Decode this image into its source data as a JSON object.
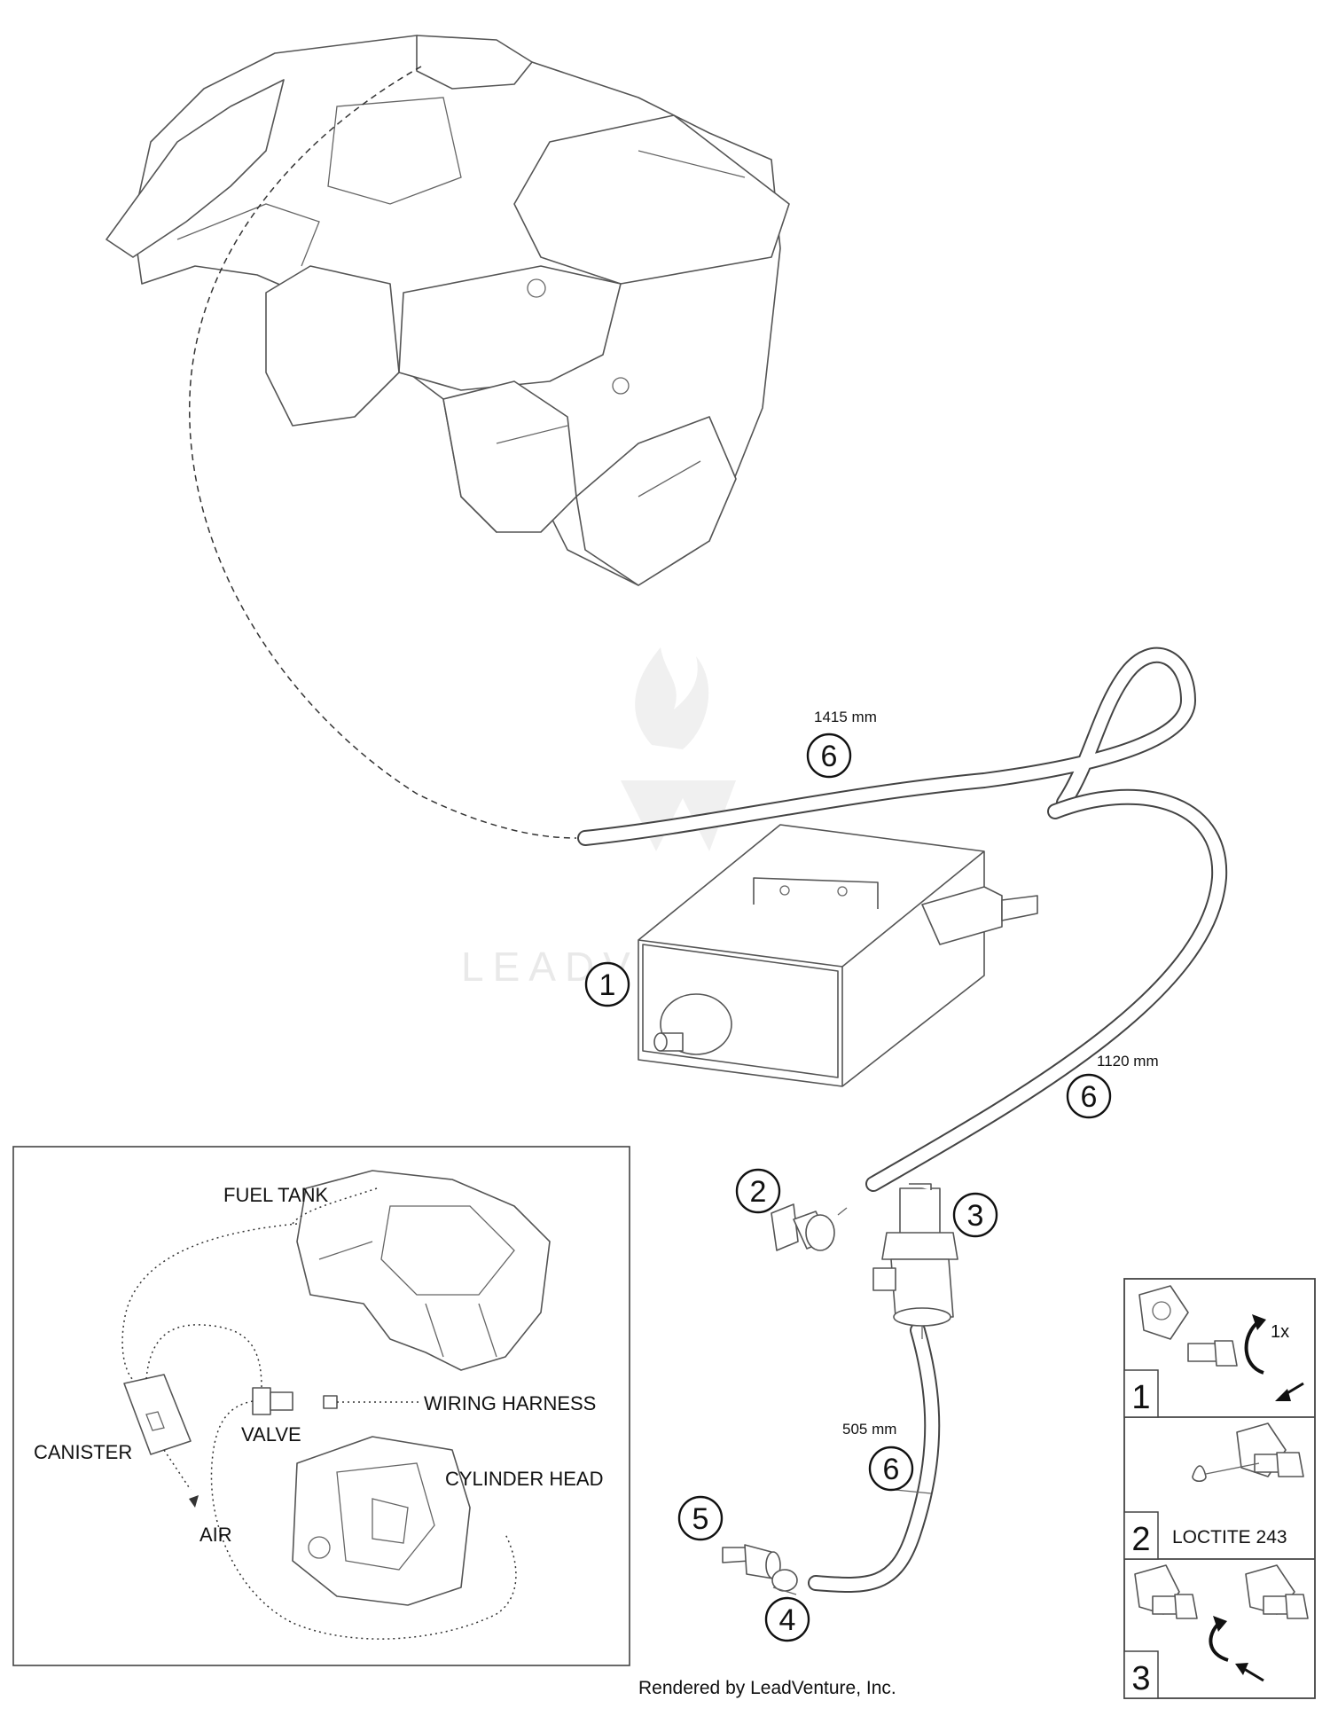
{
  "callouts": [
    {
      "num": "1"
    },
    {
      "num": "2"
    },
    {
      "num": "3"
    },
    {
      "num": "4"
    },
    {
      "num": "5"
    },
    {
      "num": "6"
    },
    {
      "num": "6"
    },
    {
      "num": "6"
    }
  ],
  "hose_lengths": [
    "1415 mm",
    "1120 mm",
    "505 mm"
  ],
  "inset_labels": {
    "fuel_tank": "FUEL TANK",
    "canister": "CANISTER",
    "valve": "VALVE",
    "wiring_harness": "WIRING HARNESS",
    "cylinder_head": "CYLINDER HEAD",
    "air": "AIR"
  },
  "steps": [
    {
      "num": "1",
      "note": "1x"
    },
    {
      "num": "2",
      "note": "LOCTITE 243"
    },
    {
      "num": "3",
      "note": ""
    }
  ],
  "watermark": "LEADVENTURE",
  "credit": "Rendered by LeadVenture, Inc."
}
